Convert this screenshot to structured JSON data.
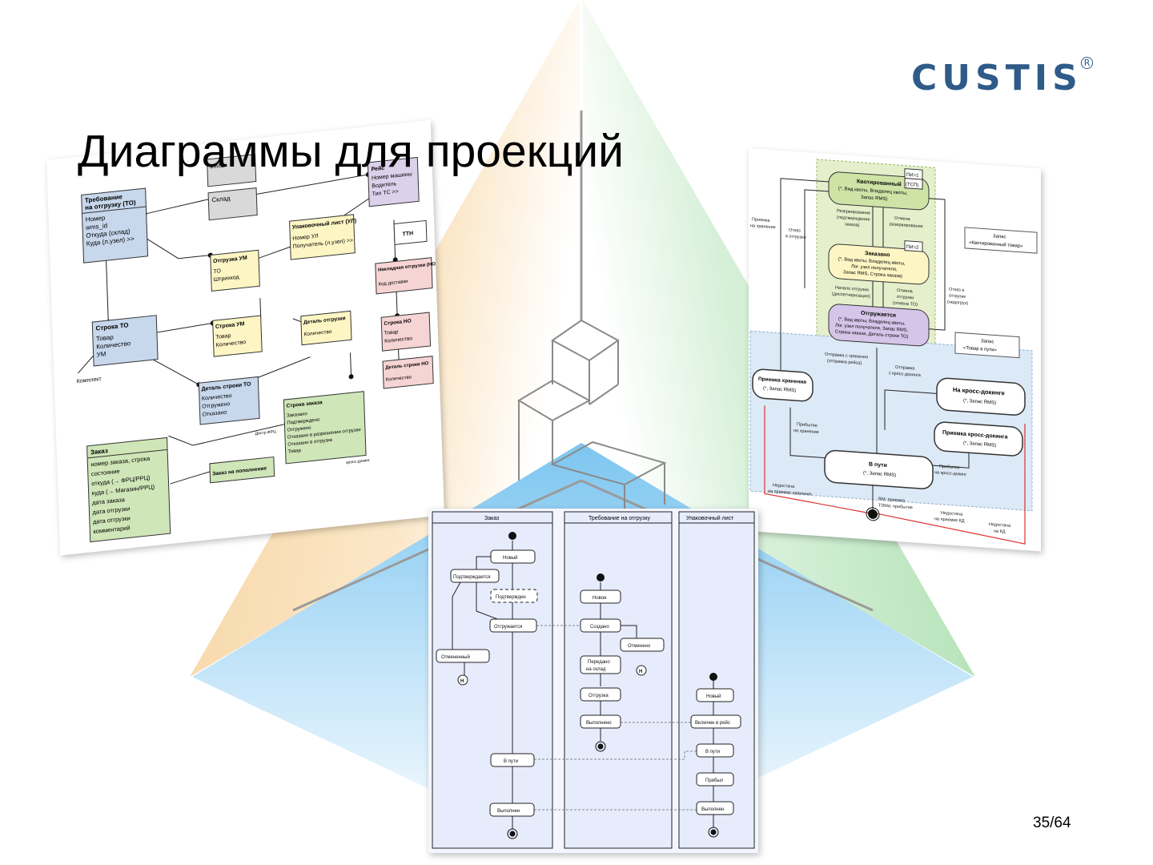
{
  "logo": {
    "text": "CUSTIS",
    "mark": "R"
  },
  "title": "Диаграммы для проекций",
  "page_number": "35/64",
  "class_diagram": {
    "boxes": {
      "ims": "ИМЗ",
      "sklad": "Склад",
      "to_title": [
        "Требование",
        "на отгрузку (ТО)"
      ],
      "to_fields": [
        "Номер",
        "wms_id",
        "Откуда (склад)",
        "Куда (л.узел) >>"
      ],
      "reis_title": "Рейс",
      "reis_fields": [
        "Номер машины",
        "Водитель",
        "Тип ТС >>"
      ],
      "ul_title": "Упаковочный лист (УЛ)",
      "ul_fields": [
        "Номер УЛ",
        "Получатель (л.узел) >>"
      ],
      "ttn": "ТТН",
      "otgruzka_title": "Отгрузка УМ",
      "otgruzka_fields": [
        "ТО",
        "Штрихкод"
      ],
      "nakl_title": "Накладная отгрузки (НО)",
      "nakl_fields": [
        "Код доставки"
      ],
      "stroka_to_title": "Строка ТО",
      "stroka_to_fields": [
        "Товар",
        "Количество",
        "УМ"
      ],
      "stroka_um_title": "Строка УМ",
      "stroka_um_fields": [
        "Товар",
        "Количество"
      ],
      "detal_otgr_title": "Деталь отгрузки",
      "detal_otgr_fields": [
        "Количество"
      ],
      "stroka_no_title": "Строка НО",
      "stroka_no_fields": [
        "Товар",
        "Количество"
      ],
      "detal_no_title": "Деталь строки НО",
      "detal_no_fields": [
        "Количество"
      ],
      "detal_to_title": "Деталь строки ТО",
      "detal_to_fields": [
        "Количество",
        "Отгружено",
        "Отказано"
      ],
      "stroka_zakaza_title": "Строка заказа",
      "stroka_zakaza_fields": [
        "Заказано",
        "Подтверждено",
        "Отгружено",
        "Отказано в разрешении отгрузки",
        "Отказано в отгрузке",
        "Товар"
      ],
      "zakaz_title": "Заказ",
      "zakaz_fields": [
        "номер заказа, строка",
        "состояние",
        "откуда (→ ФРЦ/РРЦ)",
        "куда (→ Магазин/РРЦ)",
        "дата заказа",
        "дата отгрузки",
        "дата отгрузки",
        "комментарий"
      ],
      "zakaz_popoln": "Заказ на пополнение"
    },
    "labels": {
      "komplekt": "Комплект",
      "distr": "Дистр.ФРЦ",
      "kros": "кросс-докинг"
    }
  },
  "state_diagram": {
    "states": {
      "kvot_title": "Квотированный",
      "kvot_text": [
        "(*, Вид квоты, Владелец квоты,",
        "Запас RMS)"
      ],
      "zak_title": "Заказано",
      "zak_text": [
        "(*, Вид квоты, Владелец квоты,",
        "Лог. узел получателя,",
        "Запас RMS, Строка заказа)"
      ],
      "otg_title": "Отгружается",
      "otg_text": [
        "(*, Вид квоты, Владелец квоты,",
        "Лог. узел получателя, Запас RMS,",
        "Строка заказа, Деталь строки ТО)"
      ],
      "priem_title": "Приемка хранения",
      "priem_text": "(*, Запас RMS)",
      "kros_title": "На кросс-докинге",
      "kros_text": "(*, Запас RMS)",
      "priem_kros_title": "Приемка кросс-докинга",
      "priem_kros_text": "(*, Запас RMS)",
      "vputi_title": "В пути",
      "vputi_text": "(*, Запас RMS)"
    },
    "tags": {
      "pi1": "ПИ=1",
      "tsp": "(ТСП)",
      "pi2": "ПИ=2"
    },
    "notes": {
      "zapas_kvot": [
        "Запас",
        "«Квотированный товар»"
      ],
      "zapas_vputi": [
        "Запас",
        "«Товар в пути»"
      ]
    },
    "transitions": {
      "rezerv": [
        "Резервирование",
        "(подтверждение",
        "заказа)"
      ],
      "otmena_rez": [
        "Отмена",
        "резервирования"
      ],
      "nachalo": [
        "Начало отгрузки",
        "(диспетчеризация)"
      ],
      "otmena_otg": [
        "Отмена",
        "отгрузки",
        "(отмена ТО)"
      ],
      "otkaz_otg": [
        "Отказ",
        "в отгрузке"
      ],
      "otkaz_nedogruz": [
        "Отказ в",
        "отгрузке",
        "(недогруз)"
      ],
      "priemka_hran": [
        "Приемка",
        "на хранение"
      ],
      "otpr_hran": [
        "Отправка с хранения",
        "(отправка рейса)"
      ],
      "otpr_kros": [
        "Отправка",
        "с кросс-докинга"
      ],
      "pribytie_hran": [
        "Прибытие",
        "на хранение"
      ],
      "pribytie_kros": [
        "Прибытие",
        "на кросс-докинг"
      ],
      "nedost_hran": [
        "Недостача",
        "на приемке хранения"
      ],
      "rm_priemka": [
        "RM: приемка",
        "TDMa: прибытие"
      ],
      "nedost_kd": [
        "Недостача",
        "на приемке КД"
      ],
      "nedost_kd2": [
        "Недостача",
        "на КД"
      ]
    }
  },
  "activity_diagram": {
    "lanes": [
      "Заказ",
      "Требование на отгрузку",
      "Упаковочный лист"
    ],
    "zakaz": {
      "new": "Новый",
      "podtv_ing": "Подтверждается",
      "podtv": "Подтвержден",
      "otgr": "Отгружается",
      "otmen": "Отмененный",
      "vputi": "В пути",
      "vypoln": "Выполнен",
      "hist": "H"
    },
    "to": {
      "new": "Новое",
      "sozd": "Создано",
      "otm": "Отменено",
      "pered": [
        "Передано",
        "на склад"
      ],
      "otgr": "Отгрузка",
      "vypoln": "Выполнено",
      "hist": "H"
    },
    "ul": {
      "new": "Новый",
      "vkl": "Включен в рейс",
      "vputi": "В пути",
      "prib": "Прибыл",
      "vypoln": "Выполнен"
    }
  },
  "colors": {
    "accent": "#2f5b88",
    "orange_wall": "#f3c98b",
    "green_wall": "#9ad8a0",
    "blue_floor": "#8ecdf2"
  }
}
